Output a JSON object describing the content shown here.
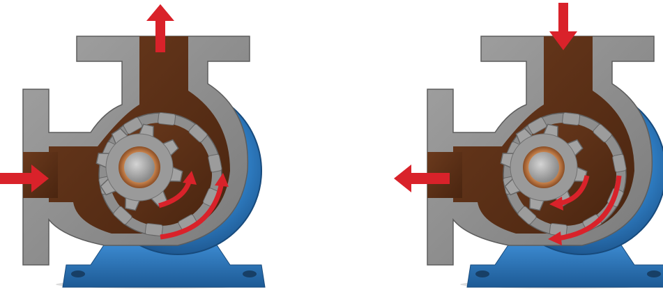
{
  "diagrams": [
    {
      "id": "pump-left",
      "flow": "suction-left-discharge-top",
      "inlet": "left-port",
      "outlet": "top-port"
    },
    {
      "id": "pump-right",
      "flow": "suction-top-discharge-left",
      "inlet": "top-port",
      "outlet": "left-port"
    }
  ],
  "colors": {
    "casing": "#8f8f8f",
    "casing_dark": "#6e6e6e",
    "fluid": "#5a2f17",
    "motor": "#2f7ec4",
    "motor_dark": "#1f5d99",
    "gear": "#a3a3a3",
    "bushing": "#c0773f",
    "arrow": "#d9222a"
  },
  "icons": [
    "flow-arrow",
    "rotation-arrow"
  ]
}
